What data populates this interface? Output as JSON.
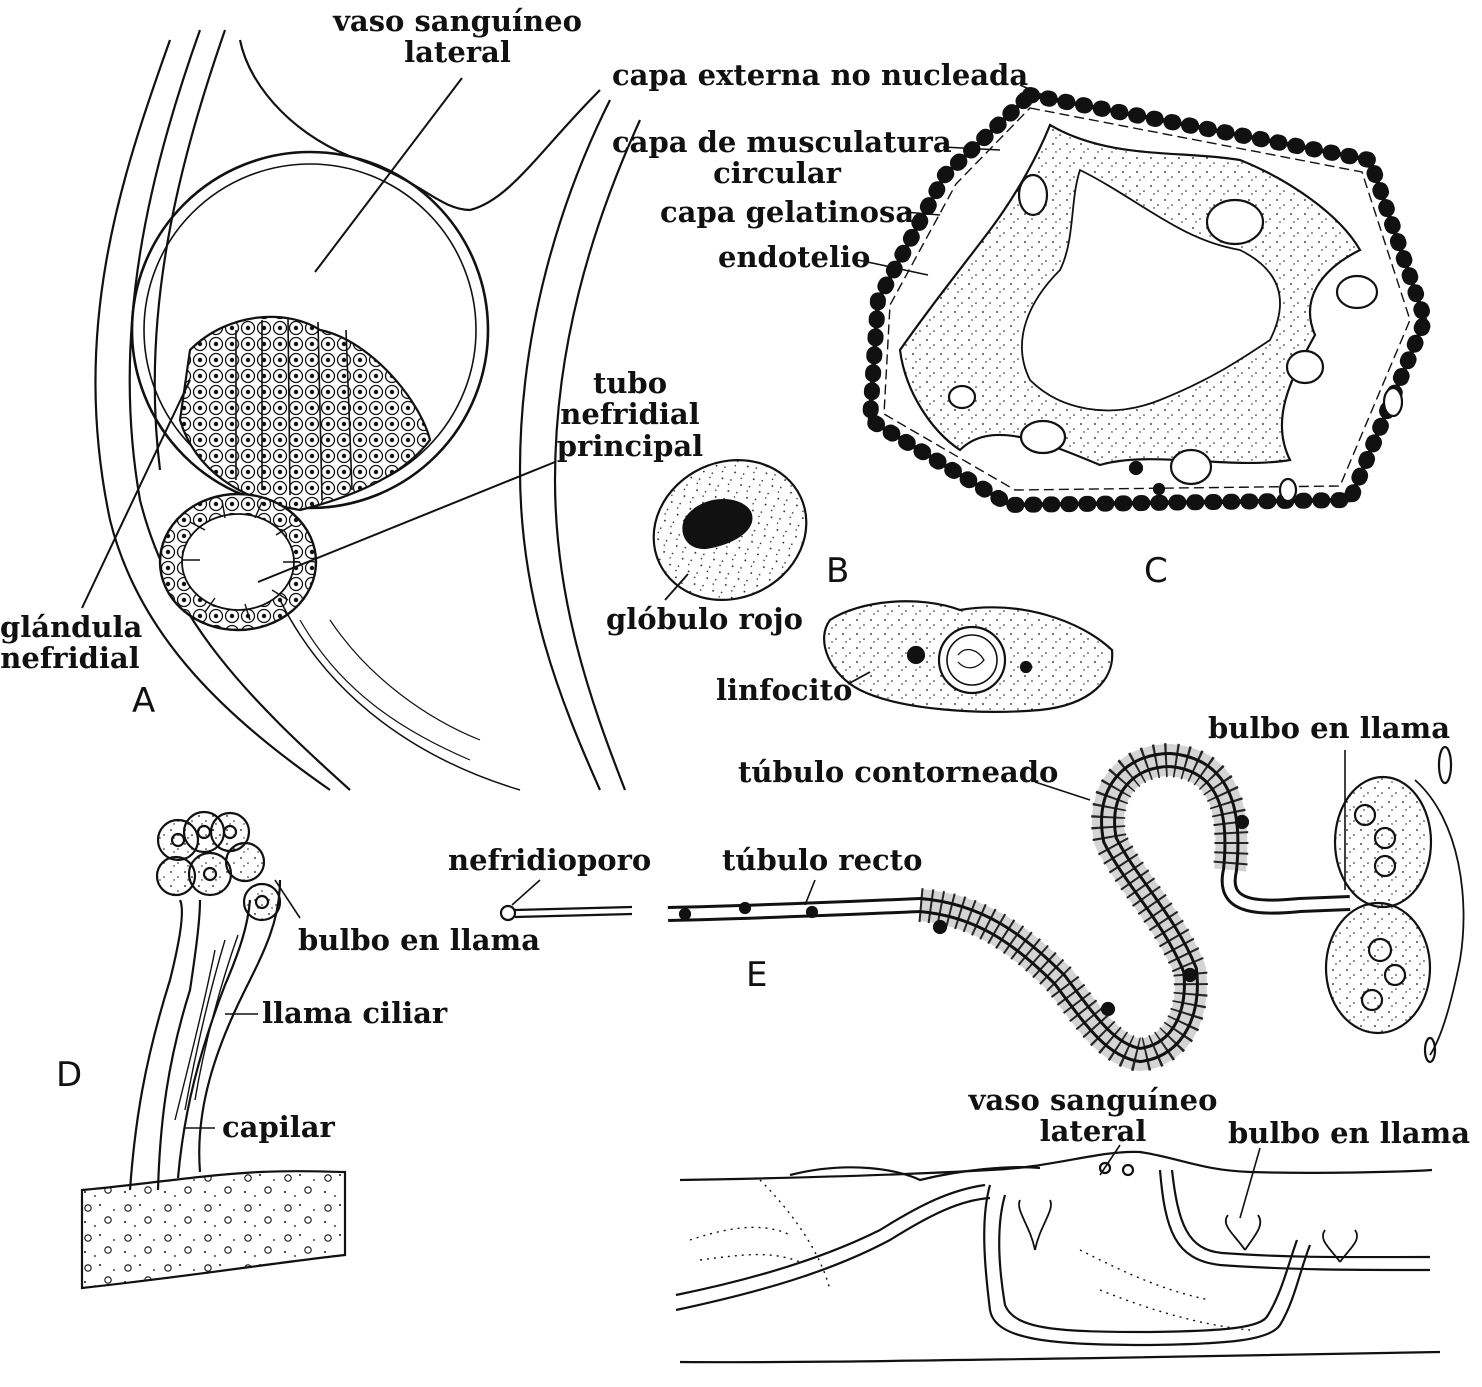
{
  "figure": {
    "ink_color": "#111111",
    "background_color": "#ffffff",
    "panel_letters": {
      "a": "A",
      "b": "B",
      "c": "C",
      "d": "D",
      "e": "E"
    },
    "panel_a": {
      "vessel_label_line1": "vaso sanguíneo",
      "vessel_label_line2": "lateral",
      "tube_label_line1": "tubo",
      "tube_label_line2": "nefridial",
      "tube_label_line3": "principal",
      "gland_label_line1": "glándula",
      "gland_label_line2": "nefridial"
    },
    "panel_b": {
      "red_cell_label": "glóbulo rojo",
      "lymphocyte_label": "linfocito"
    },
    "panel_c": {
      "outer_layer_label": "capa externa no nucleada",
      "muscle_label_line1": "capa de musculatura",
      "muscle_label_line2": "circular",
      "gelatinous_label": "capa gelatinosa",
      "endothelium_label": "endotelio"
    },
    "panel_d": {
      "flame_bulb_label": "bulbo en llama",
      "ciliary_flame_label": "llama ciliar",
      "capillary_label": "capilar"
    },
    "panel_e": {
      "nephridiopore_label": "nefridioporo",
      "straight_tubule_label": "túbulo recto",
      "convoluted_tubule_label": "túbulo contorneado",
      "flame_bulb_label": "bulbo en llama",
      "vessel_label_line1": "vaso sanguíneo",
      "vessel_label_line2": "lateral",
      "lower_flame_bulb_label": "bulbo en llama"
    }
  }
}
